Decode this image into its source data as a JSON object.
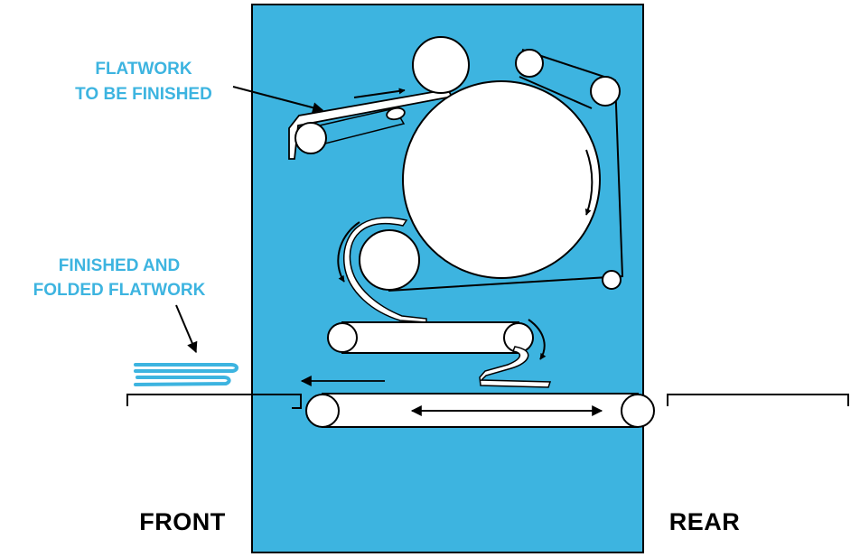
{
  "labels": {
    "flatwork_in_line1": "FLATWORK",
    "flatwork_in_line2": "TO BE FINISHED",
    "finished_line1": "FINISHED AND",
    "finished_line2": "FOLDED FLATWORK",
    "front": "FRONT",
    "rear": "REAR"
  },
  "colors": {
    "machine_body": "#3db4e0",
    "label_accent": "#3db4e0",
    "outline": "#000000",
    "parts": "#ffffff"
  }
}
